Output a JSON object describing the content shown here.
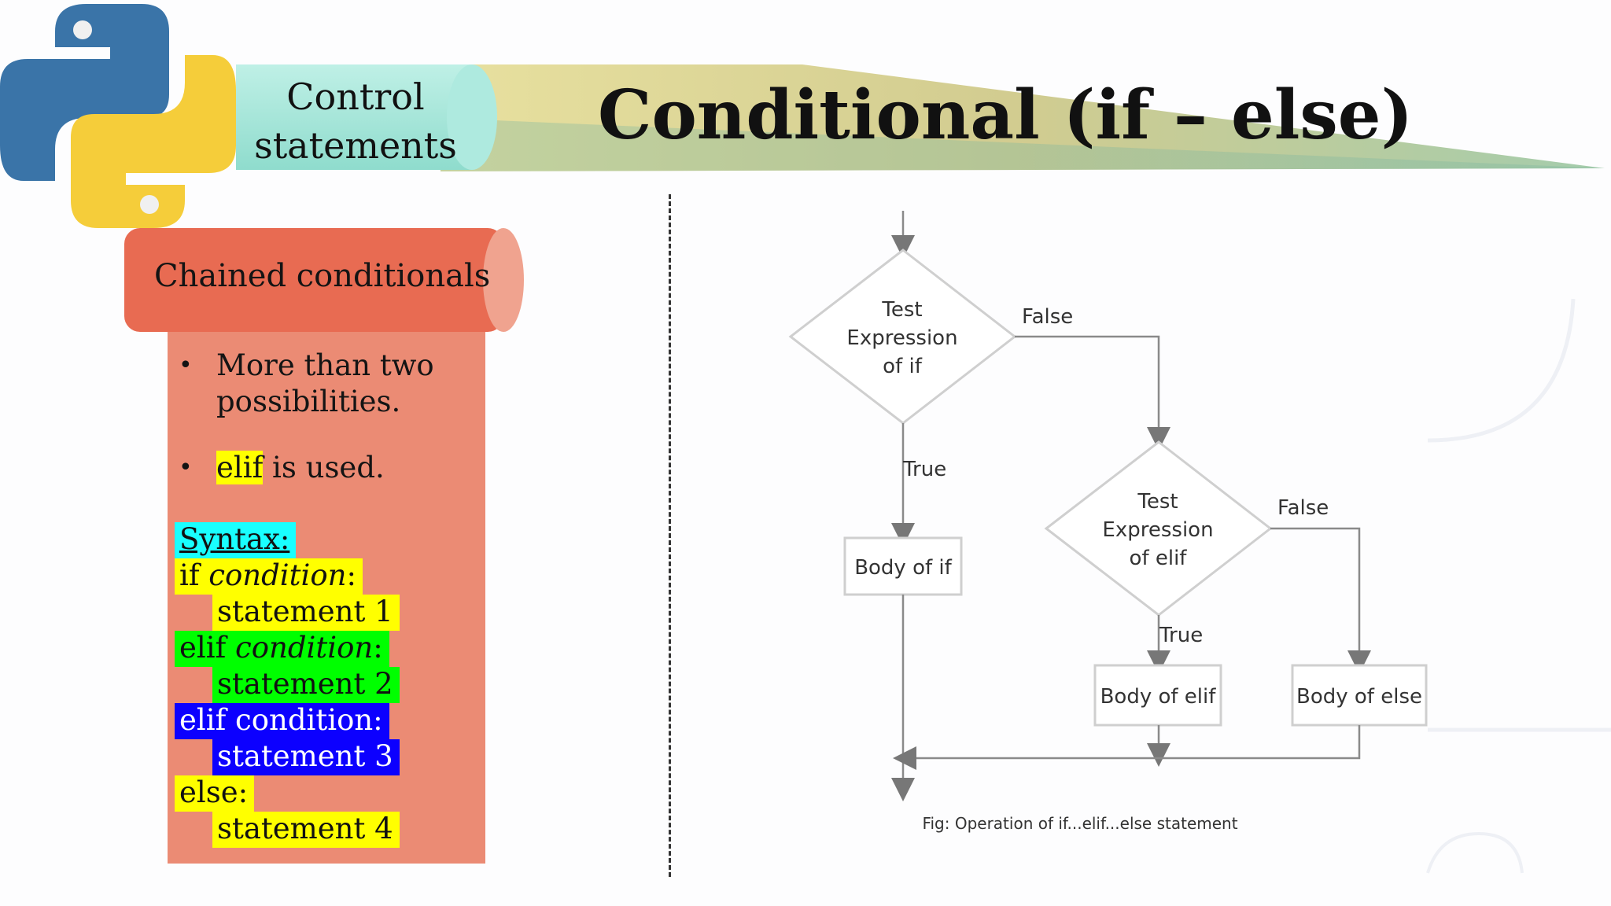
{
  "slide": {
    "section_label": "Control statements",
    "section_label_lines": [
      "Control",
      "statements"
    ],
    "title": "Conditional (if – else)"
  },
  "panel": {
    "heading": "Chained conditionals",
    "bullets": [
      "More than two possibilities.",
      "is used."
    ],
    "bullet_keyword": "elif",
    "syntax_label": "Syntax:",
    "code": {
      "line1_kw": "if ",
      "line1_cond": "condition",
      "line1_colon": ":",
      "line2": "statement 1",
      "line3_kw": "elif ",
      "line3_cond": "condition",
      "line3_colon": ":",
      "line4": "statement 2",
      "line5": "elif condition:",
      "line6": "statement 3",
      "line7": "else:",
      "line8": "statement 4"
    }
  },
  "flowchart": {
    "decision1": [
      "Test",
      "Expression",
      "of if"
    ],
    "decision2": [
      "Test",
      "Expression",
      "of elif"
    ],
    "false1": "False",
    "false2": "False",
    "true1": "True",
    "true2": "True",
    "body_if": "Body of if",
    "body_elif": "Body of elif",
    "body_else": "Body of else",
    "caption": "Fig: Operation of if...elif...else statement"
  },
  "colors": {
    "banner_teal": "#a8e6dc",
    "banner_gold": "#d8cf8a",
    "panel_header": "#e86b52",
    "panel_body": "#eb8b74",
    "python_blue": "#3a74a8",
    "python_yellow": "#f5cd3a"
  },
  "icons": [
    "python-logo-icon"
  ]
}
